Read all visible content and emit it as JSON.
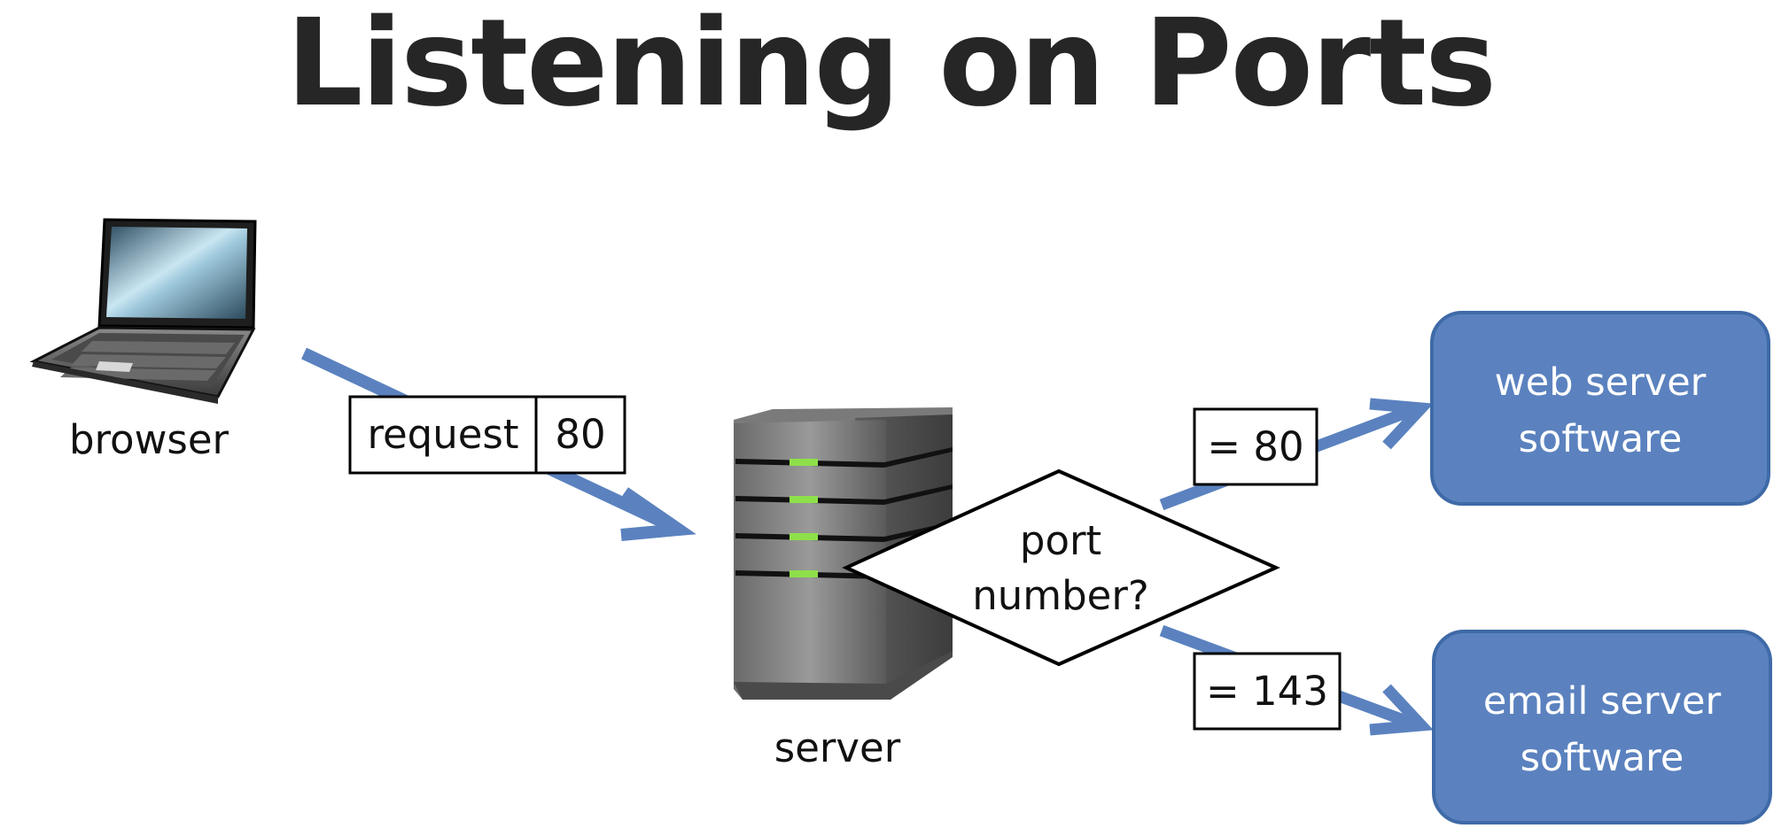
{
  "title": "Listening on Ports",
  "browser": {
    "label": "browser",
    "icon": "laptop-icon"
  },
  "request_packet": {
    "request_label": "request",
    "port_label": "80"
  },
  "server": {
    "label": "server",
    "icon": "server-tower-icon",
    "led_color": "#8ee04a"
  },
  "decision": {
    "line1": "port",
    "line2": "number?"
  },
  "branches": [
    {
      "condition": "= 80",
      "target_line1": "web server",
      "target_line2": "software"
    },
    {
      "condition": "= 143",
      "target_line1": "email server",
      "target_line2": "software"
    }
  ],
  "colors": {
    "arrow": "#5b82bf",
    "target_fill": "#5b82bf",
    "target_border": "#3f6aa8",
    "title": "#262626"
  }
}
